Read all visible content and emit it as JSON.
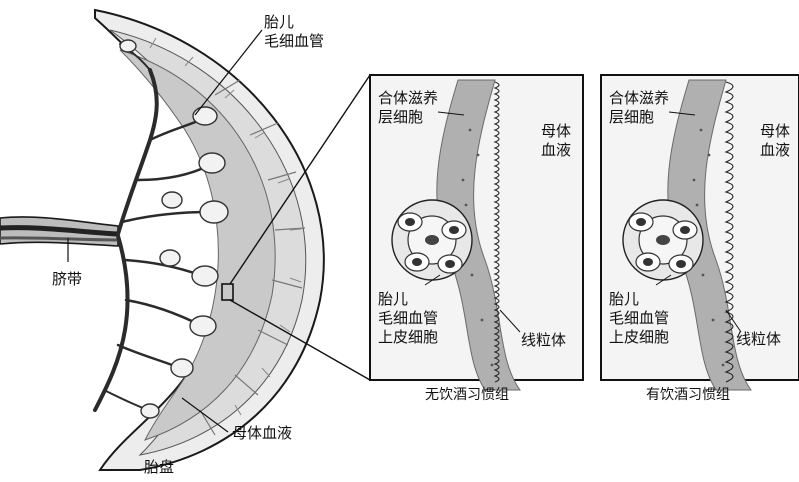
{
  "placenta": {
    "fetal_capillary": [
      "胎儿",
      "毛细血管"
    ],
    "umbilical_cord": "脐带",
    "maternal_blood": "母体血液",
    "placenta": "胎盘"
  },
  "panels": [
    {
      "syncytiotrophoblast": [
        "合体滋养",
        "层细胞"
      ],
      "maternal_blood": [
        "母体",
        "血液"
      ],
      "fetal_capillary_endothelium": [
        "胎儿",
        "毛细血管",
        "上皮细胞"
      ],
      "mitochondria": "线粒体",
      "caption": "无饮酒习惯组"
    },
    {
      "syncytiotrophoblast": [
        "合体滋养",
        "层细胞"
      ],
      "maternal_blood": [
        "母体",
        "血液"
      ],
      "fetal_capillary_endothelium": [
        "胎儿",
        "毛细血管",
        "上皮细胞"
      ],
      "mitochondria": "线粒体",
      "caption": "有饮酒习惯组"
    }
  ],
  "colors": {
    "outline": "#1a1a1a",
    "tissue": "#c9c9c9",
    "membrane": "#8a8a8a",
    "vessel": "#3a3a3a",
    "background": "#ffffff"
  }
}
